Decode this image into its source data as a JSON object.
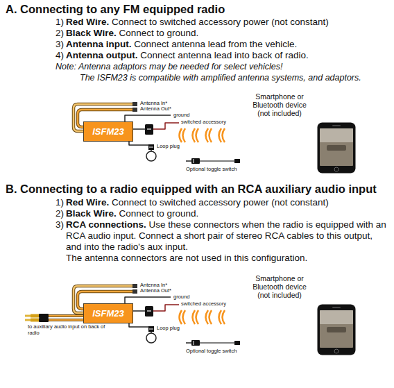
{
  "diagram": {
    "title": "A. Connecting to any FM equipped radio",
    "nodes": [
      {
        "text": [
          "ISFM23"
        ]
      },
      {
        "text": [
          "Smartphone or Bluetooth device (not included)"
        ]
      },
      {
        "text": [
          "ISFM23"
        ]
      },
      {
        "text": [
          "Smartphone or Bluetooth device (not included)"
        ]
      }
    ],
    "labels": [
      "1)",
      "Red Wire.",
      "Connect to switched accessory power (not constant)",
      "2)",
      "Black Wire.",
      "Connect to ground.",
      "3)",
      "Antenna input.",
      "Connect antenna lead from the vehicle.",
      "4)",
      "Antenna output.",
      "Connect antenna lead into back of radio.",
      "Note: Antenna adaptors may be needed for select vehicles!",
      "The ISFM23 is compatible with amplified antenna systems, and adaptors.",
      "Antenna In*",
      "Antenna Out*",
      "ground",
      "switched accessory",
      "Loop plug",
      "Optional toggle switch",
      "B. Connecting to a radio equipped with an RCA auxiliary audio input",
      "1)",
      "Red Wire.",
      "Connect to switched accessory power (not constant)",
      "2)",
      "Black Wire.",
      "Connect to ground.",
      "3)",
      "RCA connections.",
      "Use these connectors when the radio is equipped with an RCA audio input. Connect a short pair of stereo RCA cables to this output, and into the radio's aux input.",
      "The antenna connectors are not used in this configuration.",
      "Antenna In*",
      "Antenna Out*",
      "ground",
      "switched accessory",
      "to auxiliary audio input on back of radio",
      "Loop plug",
      "Optional toggle switch"
    ]
  }
}
